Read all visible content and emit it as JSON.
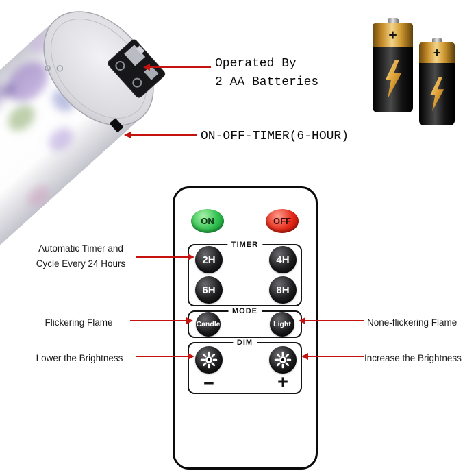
{
  "colors": {
    "accent_red": "#c4120e",
    "on_button_green": "#2fbf4f",
    "off_button_red": "#e52716",
    "key_black": "#161616",
    "battery_gold": "#d89a2b"
  },
  "callouts": {
    "battery": {
      "line1": "Operated By",
      "line2": "2 AA Batteries"
    },
    "timer_switch": "ON-OFF-TIMER(6-HOUR)",
    "auto_timer": {
      "line1": "Automatic Timer and",
      "line2": "Cycle Every 24 Hours"
    },
    "flickering": "Flickering Flame",
    "lower_brightness": "Lower the Brightness",
    "none_flickering": "None-flickering Flame",
    "increase_brightness": "Increase the Brightness"
  },
  "remote": {
    "on": "ON",
    "off": "OFF",
    "timer": {
      "label": "TIMER",
      "buttons": [
        "2H",
        "4H",
        "6H",
        "8H"
      ]
    },
    "mode": {
      "label": "MODE",
      "buttons": [
        "Candle",
        "Light"
      ]
    },
    "dim": {
      "label": "DIM",
      "minus": "−",
      "plus": "+"
    }
  },
  "batteries": {
    "terminal_plus": "+"
  },
  "icons": {
    "dim_buttons": "sun-icon",
    "battery_graphic": "lightning-bolt-icon",
    "pointer": "red-arrow-line"
  }
}
